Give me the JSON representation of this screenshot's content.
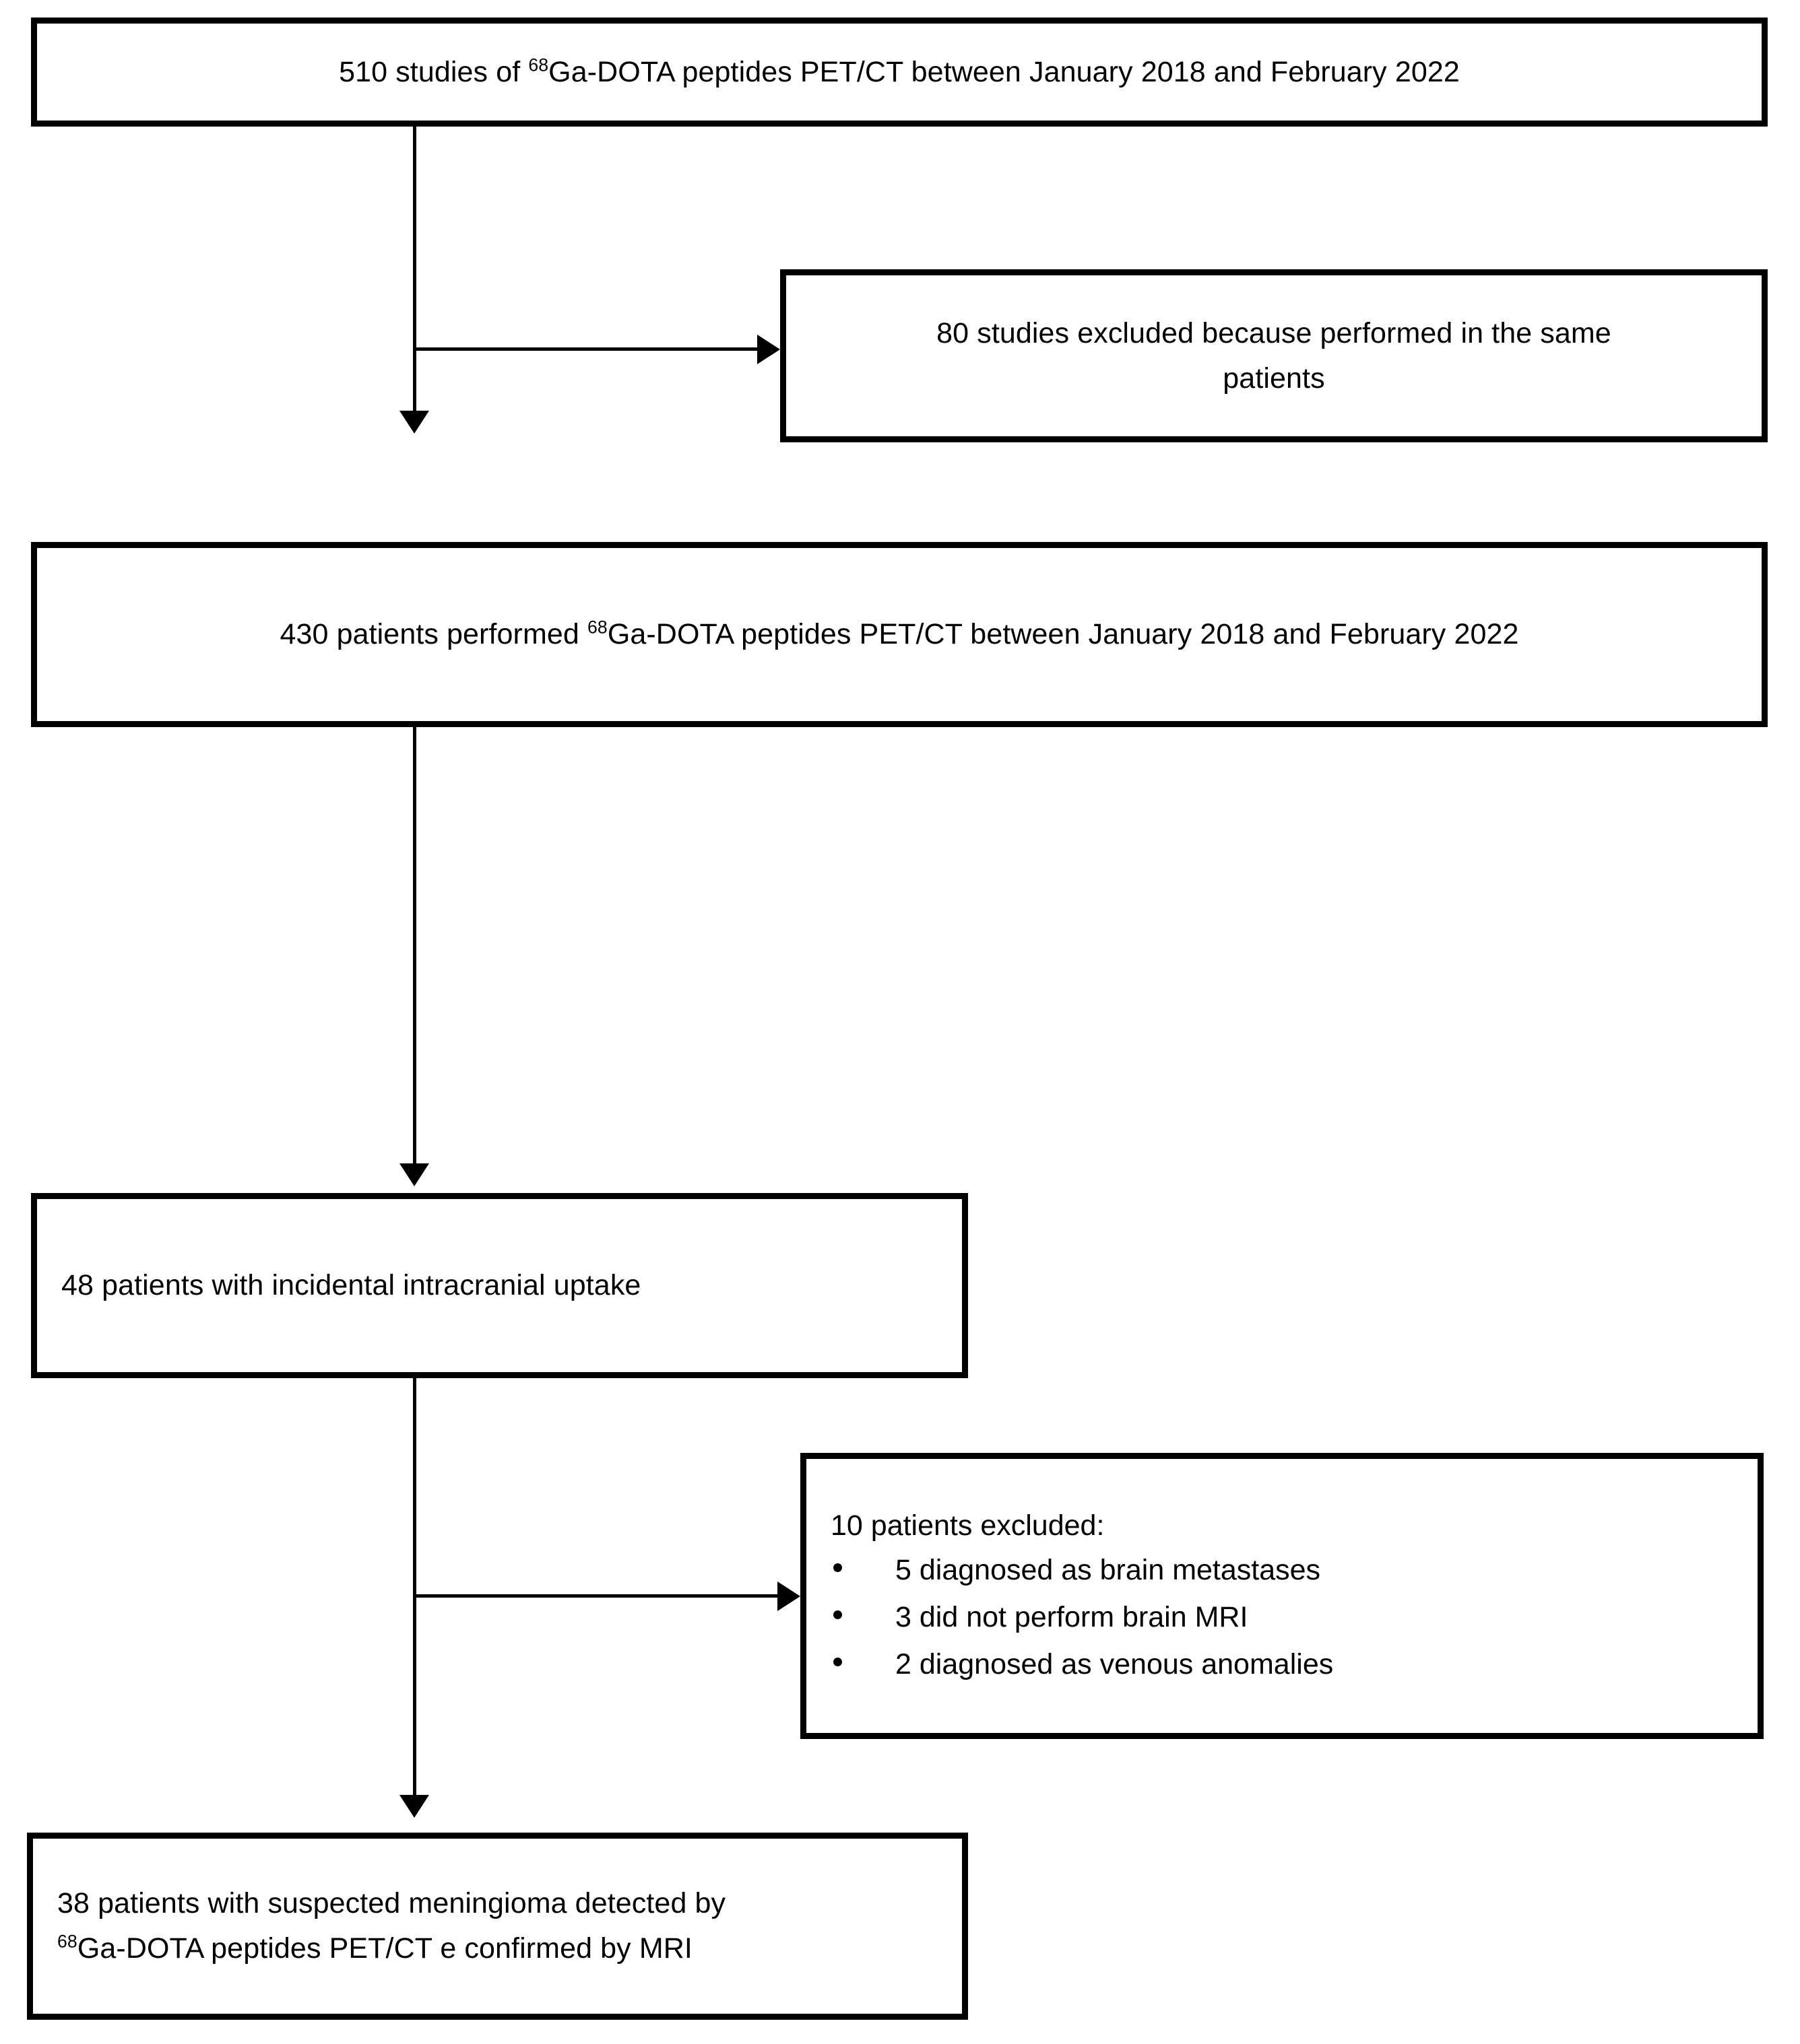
{
  "diagram": {
    "type": "flowchart",
    "title": "Patient selection flowchart",
    "background_color": "#ffffff",
    "line_color": "#000000",
    "nodes": {
      "n1": {
        "id": "box-total-studies",
        "text_pre": "510 studies of ",
        "superscript": "68",
        "text_post": "Ga-DOTA peptides PET/CT between January 2018 and February 2022",
        "count": 510,
        "align": "center"
      },
      "n2": {
        "id": "box-excluded-studies",
        "line1": "80 studies excluded because performed in the same",
        "line2": "patients",
        "count": 80,
        "align": "center"
      },
      "n3": {
        "id": "box-total-patients",
        "text_pre": "430 patients performed ",
        "superscript": "68",
        "text_post": "Ga-DOTA peptides PET/CT between January 2018 and February 2022",
        "count": 430,
        "align": "center"
      },
      "n4": {
        "id": "box-incidental-uptake",
        "text": "48 patients with incidental intracranial uptake",
        "count": 48,
        "align": "left"
      },
      "n5": {
        "id": "box-excluded-patients",
        "title": "10 patients excluded:",
        "count": 10,
        "bullets": [
          "5 diagnosed as brain metastases",
          "3 did not perform brain MRI",
          "2 diagnosed as venous anomalies"
        ],
        "align": "left"
      },
      "n6": {
        "id": "box-final-cohort",
        "line1": "38 patients with suspected meningioma detected by",
        "line2_superscript": "68",
        "line2_post": "Ga-DOTA peptides PET/CT e confirmed by MRI",
        "count": 38,
        "align": "left"
      }
    },
    "connectors": [
      {
        "name": "arrow-n1-to-n3",
        "kind": "vertical-arrow"
      },
      {
        "name": "branch-n1-to-n2",
        "kind": "horizontal-arrow"
      },
      {
        "name": "arrow-n3-to-n4",
        "kind": "vertical-arrow"
      },
      {
        "name": "arrow-n4-to-n6",
        "kind": "vertical-arrow"
      },
      {
        "name": "branch-n4-to-n5",
        "kind": "horizontal-arrow"
      }
    ]
  }
}
